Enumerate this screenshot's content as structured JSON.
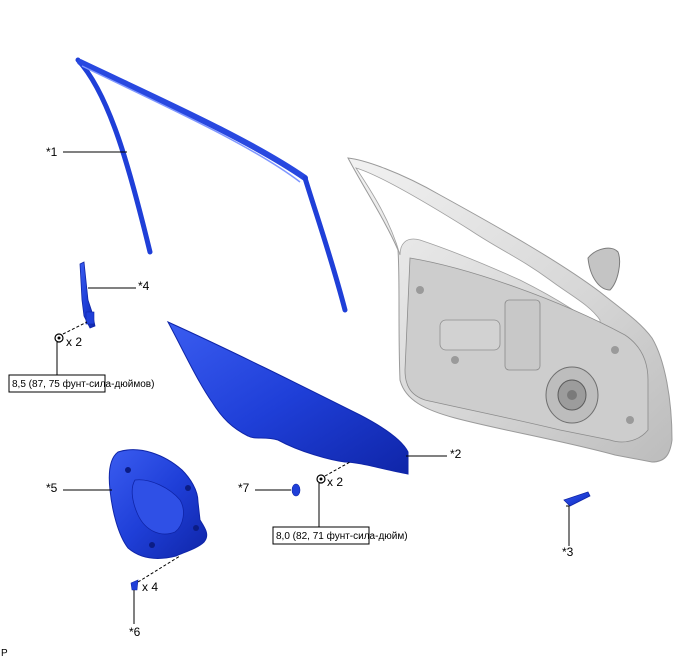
{
  "callouts": {
    "c1": "*1",
    "c2": "*2",
    "c3": "*3",
    "c4": "*4",
    "c5": "*5",
    "c6": "*6",
    "c7": "*7"
  },
  "quantities": {
    "q_bolt_left": "x 2",
    "q_bolt_center": "x 2",
    "q_clip": "x 4"
  },
  "torque": {
    "t1": "8,5 (87, 75 фунт-сила-дюймов)",
    "t2": "8,0 (82, 71 фунт-сила-дюйм)"
  },
  "footer": {
    "code": "P"
  },
  "colors": {
    "part_blue": "#1f3fd8",
    "part_blue_dark": "#0f25a8",
    "door_gray": "#d8d8d8"
  }
}
